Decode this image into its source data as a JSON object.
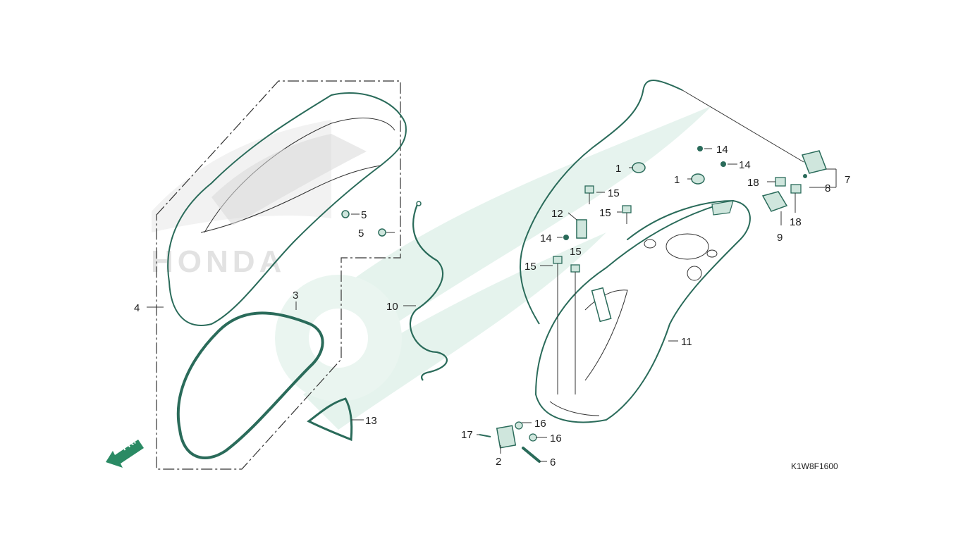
{
  "diagram": {
    "code": "K1W8F1600",
    "direction_label": "FR.",
    "watermark_text": "HONDA",
    "colors": {
      "outline": "#2a6b5a",
      "watermark": "#dff0ea",
      "leader": "#333333",
      "arrow": "#2a8a64"
    },
    "callouts": {
      "c1a": "1",
      "c1b": "1",
      "c2": "2",
      "c3": "3",
      "c4": "4",
      "c5a": "5",
      "c5b": "5",
      "c6": "6",
      "c7": "7",
      "c8": "8",
      "c9": "9",
      "c10": "10",
      "c11": "11",
      "c12": "12",
      "c13": "13",
      "c14a": "14",
      "c14b": "14",
      "c14c": "14",
      "c15a": "15",
      "c15b": "15",
      "c15c": "15",
      "c15d": "15",
      "c16a": "16",
      "c16b": "16",
      "c17": "17",
      "c18a": "18",
      "c18b": "18"
    }
  }
}
